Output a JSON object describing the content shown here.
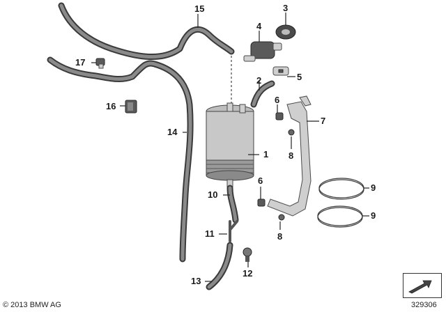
{
  "callouts": {
    "c1": "1",
    "c2": "2",
    "c3": "3",
    "c4": "4",
    "c5": "5",
    "c6a": "6",
    "c6b": "6",
    "c7": "7",
    "c8a": "8",
    "c8b": "8",
    "c9a": "9",
    "c9b": "9",
    "c10": "10",
    "c11": "11",
    "c12": "12",
    "c13": "13",
    "c14": "14",
    "c15": "15",
    "c16": "16",
    "c17": "17"
  },
  "footer": {
    "copyright": "© 2013 BMW AG",
    "drawing_number": "329306"
  },
  "icons": {
    "direction": "arrow-icon"
  }
}
